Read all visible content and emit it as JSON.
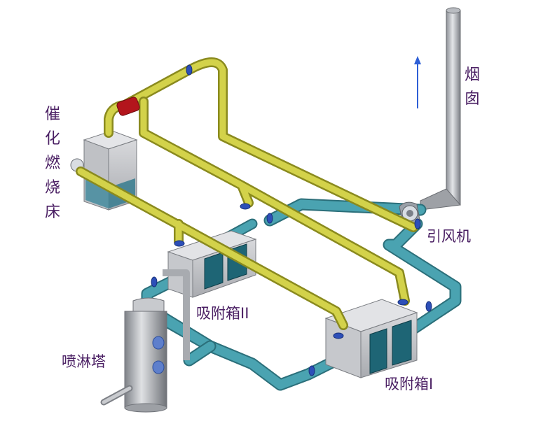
{
  "labels": {
    "catalytic_bed": [
      "催",
      "化",
      "燃",
      "烧",
      "床"
    ],
    "chimney": [
      "烟",
      "囱"
    ],
    "fan": "引风机",
    "adsorber_2": "吸附箱II",
    "adsorber_1": "吸附箱I",
    "spray_tower": "喷淋塔"
  },
  "colors": {
    "hot_pipe": "#c9c83a",
    "cold_pipe": "#4aa3b1",
    "valve": "#2d4fb8",
    "heater": "#b3151c",
    "arrow": "#2e5fd6",
    "label_purple": "#4a1f63"
  }
}
